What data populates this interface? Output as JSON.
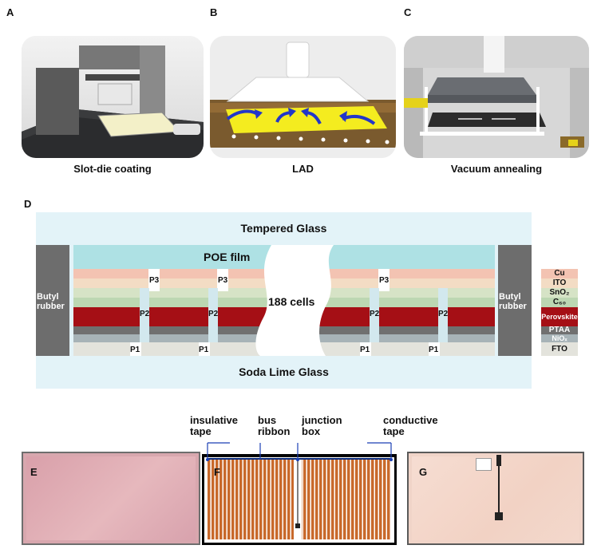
{
  "panels": {
    "a": {
      "letter": "A",
      "caption": "Slot-die coating"
    },
    "b": {
      "letter": "B",
      "caption": "LAD"
    },
    "c": {
      "letter": "C",
      "caption": "Vacuum annealing"
    },
    "d": {
      "letter": "D",
      "top_glass": "Tempered Glass",
      "bottom_glass": "Soda Lime Glass",
      "poe": "POE film",
      "cells": "188 cells",
      "butyl_left": "Butyl rubber",
      "butyl_right": "Butyl rubber",
      "scribes": {
        "p1": "P1",
        "p2": "P2",
        "p3": "P3"
      },
      "layers": [
        "Cu",
        "ITO",
        "SnO₂",
        "C₆₀",
        "Perovskite",
        "PTAA",
        "NiOₓ",
        "FTO"
      ],
      "colors": {
        "glass": "#e3f3f8",
        "poe": "#aee1e4",
        "cu": "#f3c3b2",
        "ito": "#f3dcc4",
        "sno2": "#d6e3c6",
        "c60": "#bcd7b2",
        "perovskite": "#a50f15",
        "ptaa": "#707070",
        "niox": "#a7b3b7",
        "fto": "#e3e3dc",
        "butyl": "#6d6d6d"
      }
    },
    "e": {
      "letter": "E"
    },
    "f": {
      "letter": "F",
      "callouts": {
        "insulative": "insulative tape",
        "bus": "bus ribbon",
        "junction": "junction box",
        "conductive": "conductive tape"
      }
    },
    "g": {
      "letter": "G"
    }
  }
}
